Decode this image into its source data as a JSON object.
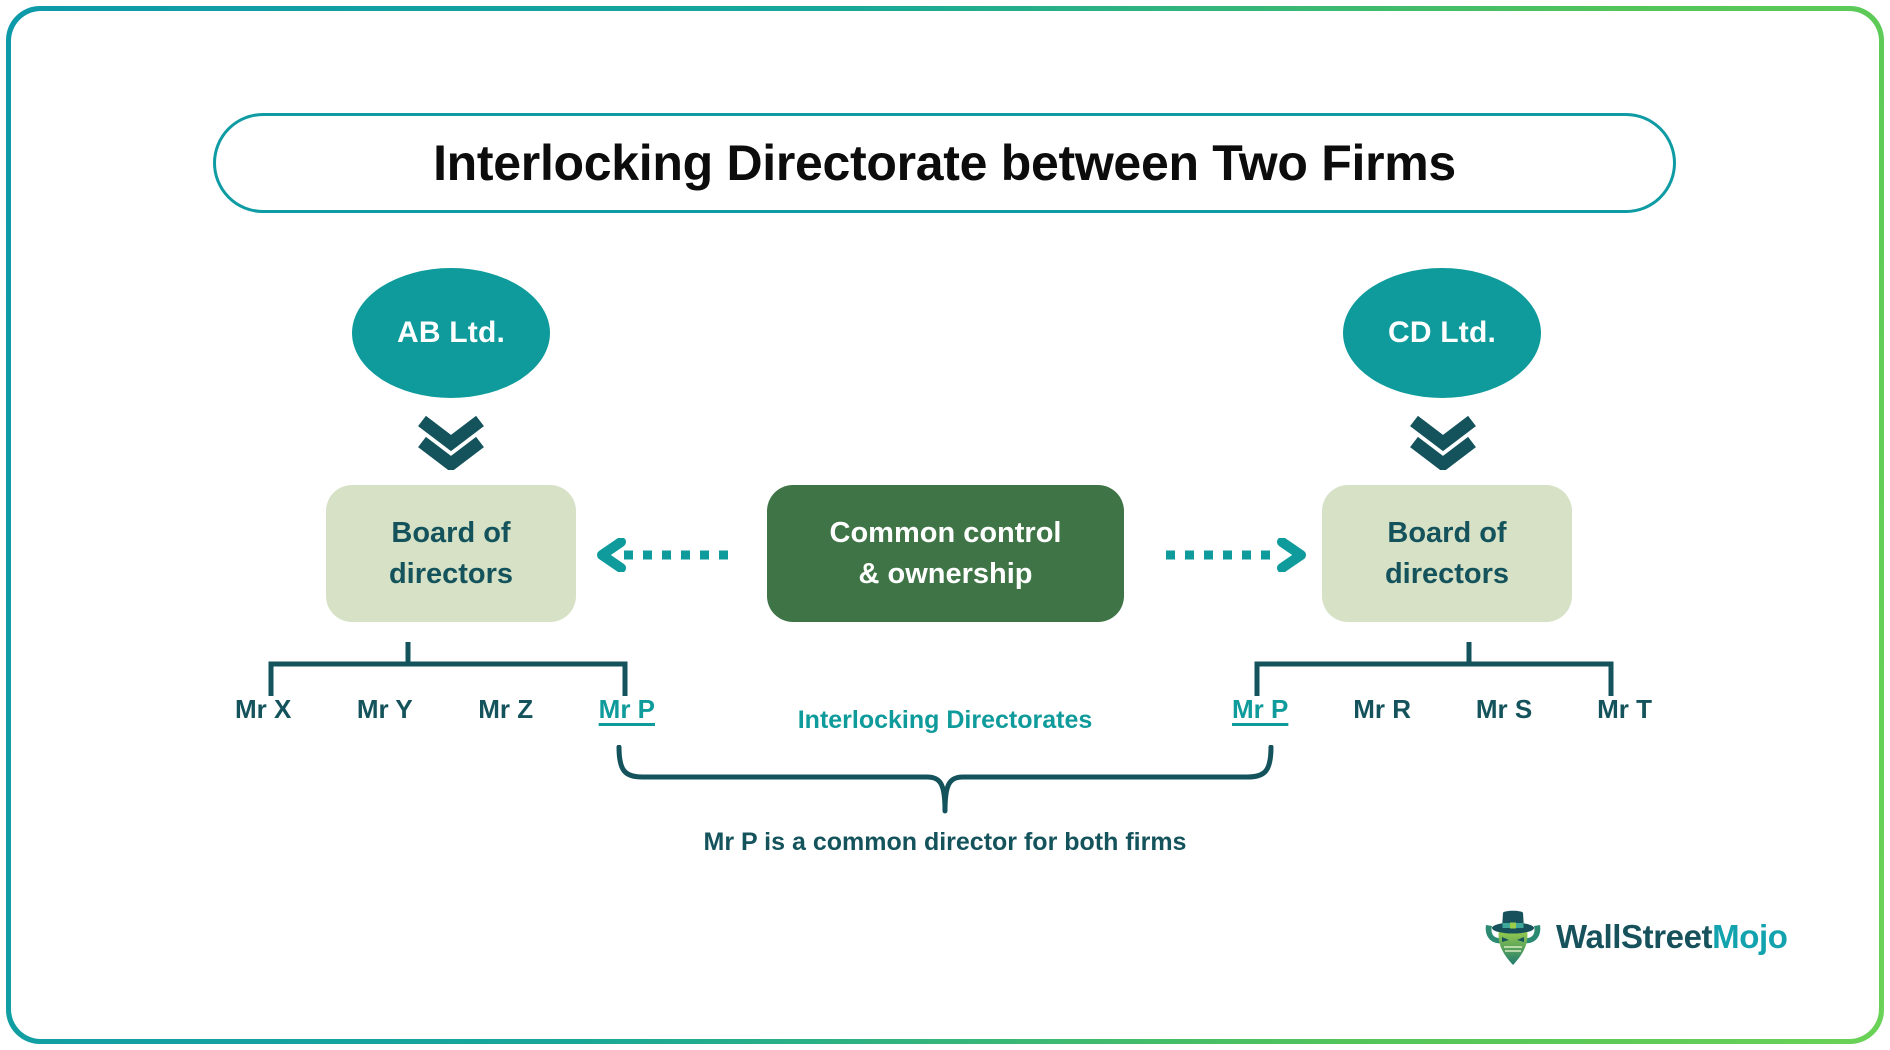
{
  "page": {
    "title": "Interlocking Directorate between Two Firms",
    "frame_gradient_start": "#0e9aa8",
    "frame_gradient_end": "#6ad256"
  },
  "colors": {
    "teal": "#0f9b9b",
    "dark_teal": "#14535c",
    "sage": "#d6e1c6",
    "forest_green": "#3f7446",
    "white": "#ffffff",
    "black": "#0c0c0c"
  },
  "left_firm": {
    "name": "AB Ltd.",
    "board_label": "Board of directors",
    "board_line1": "Board of",
    "board_line2": "directors",
    "directors": [
      {
        "name": "Mr X",
        "common": false
      },
      {
        "name": "Mr Y",
        "common": false
      },
      {
        "name": "Mr Z",
        "common": false
      },
      {
        "name": "Mr P",
        "common": true
      }
    ]
  },
  "right_firm": {
    "name": "CD Ltd.",
    "board_label": "Board of directors",
    "board_line1": "Board of",
    "board_line2": "directors",
    "directors": [
      {
        "name": "Mr P",
        "common": true
      },
      {
        "name": "Mr R",
        "common": false
      },
      {
        "name": "Mr S",
        "common": false
      },
      {
        "name": "Mr T",
        "common": false
      }
    ]
  },
  "center": {
    "line1": "Common control",
    "line2": "& ownership",
    "full": "Common control & ownership"
  },
  "interlock": {
    "label": "Interlocking Directorates"
  },
  "caption": {
    "text": "Mr P is a common director for both firms"
  },
  "logo": {
    "primary": "WallStreet",
    "secondary": "Mojo",
    "mark": "bull-with-top-hat-icon"
  }
}
